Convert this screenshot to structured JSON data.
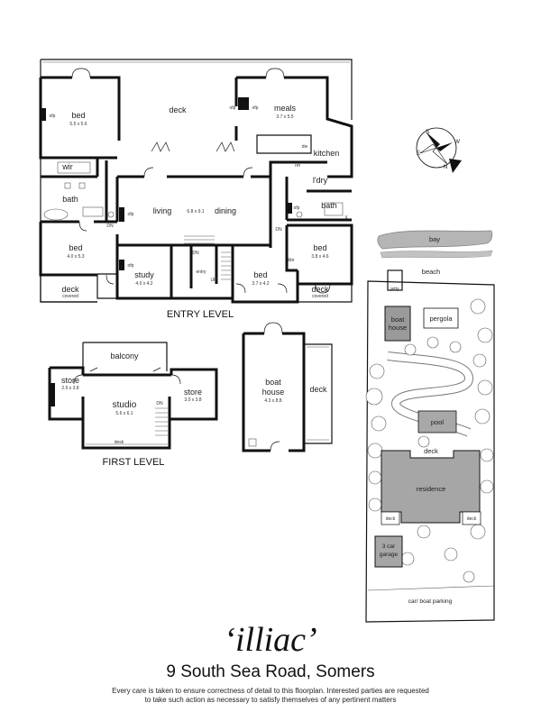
{
  "rooms": {
    "bed_main": {
      "label": "bed",
      "size": "5.5 x 5.6"
    },
    "deck_top": {
      "label": "deck"
    },
    "meals": {
      "label": "meals",
      "size": "3.7 x 5.5"
    },
    "kitchen": {
      "label": "kitchen"
    },
    "wir": {
      "label": "wir"
    },
    "bath_left": {
      "label": "bath"
    },
    "living": {
      "label": "living"
    },
    "living_dim": {
      "label": "6.8 x 9.1"
    },
    "dining": {
      "label": "dining"
    },
    "ldry": {
      "label": "l'dry"
    },
    "bath_right": {
      "label": "bath"
    },
    "bed_left": {
      "label": "bed",
      "size": "4.0 x 5.3"
    },
    "study": {
      "label": "study",
      "size": "4.0 x 4.2"
    },
    "entry": {
      "label": "entry"
    },
    "bed_mid": {
      "label": "bed",
      "size": "3.7 x 4.2"
    },
    "bed_right": {
      "label": "bed",
      "size": "3.8 x 4.6"
    },
    "deck_left": {
      "label": "deck",
      "sub": "covered"
    },
    "deck_right": {
      "label": "deck",
      "sub": "covered"
    },
    "balcony": {
      "label": "balcony"
    },
    "store_left": {
      "label": "store",
      "size": "2.5 x 3.8"
    },
    "studio": {
      "label": "studio",
      "size": "5.6 x 6.1"
    },
    "store_right": {
      "label": "store",
      "size": "3.0 x 3.8"
    },
    "desk": {
      "label": "desk"
    },
    "boat_house": {
      "label1": "boat",
      "label2": "house",
      "size": "4.3 x 8.8"
    },
    "deck_boat": {
      "label": "deck"
    }
  },
  "fixtures": {
    "ofp": "ofp",
    "dn": "DN",
    "up": "UP",
    "ref": "ref",
    "dw": "dw",
    "bbr": "bbr",
    "x": "X"
  },
  "level_labels": {
    "entry": "ENTRY LEVEL",
    "first": "FIRST LEVEL"
  },
  "compass": {
    "s": "S",
    "w": "W",
    "n": "N",
    "e": "E"
  },
  "site": {
    "bay": "bay",
    "beach": "beach",
    "jetty": "jetty",
    "boat_house1": "boat",
    "boat_house2": "house",
    "pergola": "pergola",
    "pool": "pool",
    "deck": "deck",
    "residence": "residence",
    "deck_l": "deck",
    "deck_r": "deck",
    "garage1": "3 car",
    "garage2": "garage",
    "parking": "car/ boat parking"
  },
  "branding": {
    "title": "‘illiac’",
    "address": "9 South Sea Road, Somers",
    "disclaimer": "Every care is taken to ensure correctness of detail to this floorplan. Interested parties are requested to take such action as necessary to satisfy themselves of any pertinent matters"
  },
  "colors": {
    "wall": "#111111",
    "site_fill": "#aaaaaa",
    "bay_fill": "#b5b5b5"
  }
}
